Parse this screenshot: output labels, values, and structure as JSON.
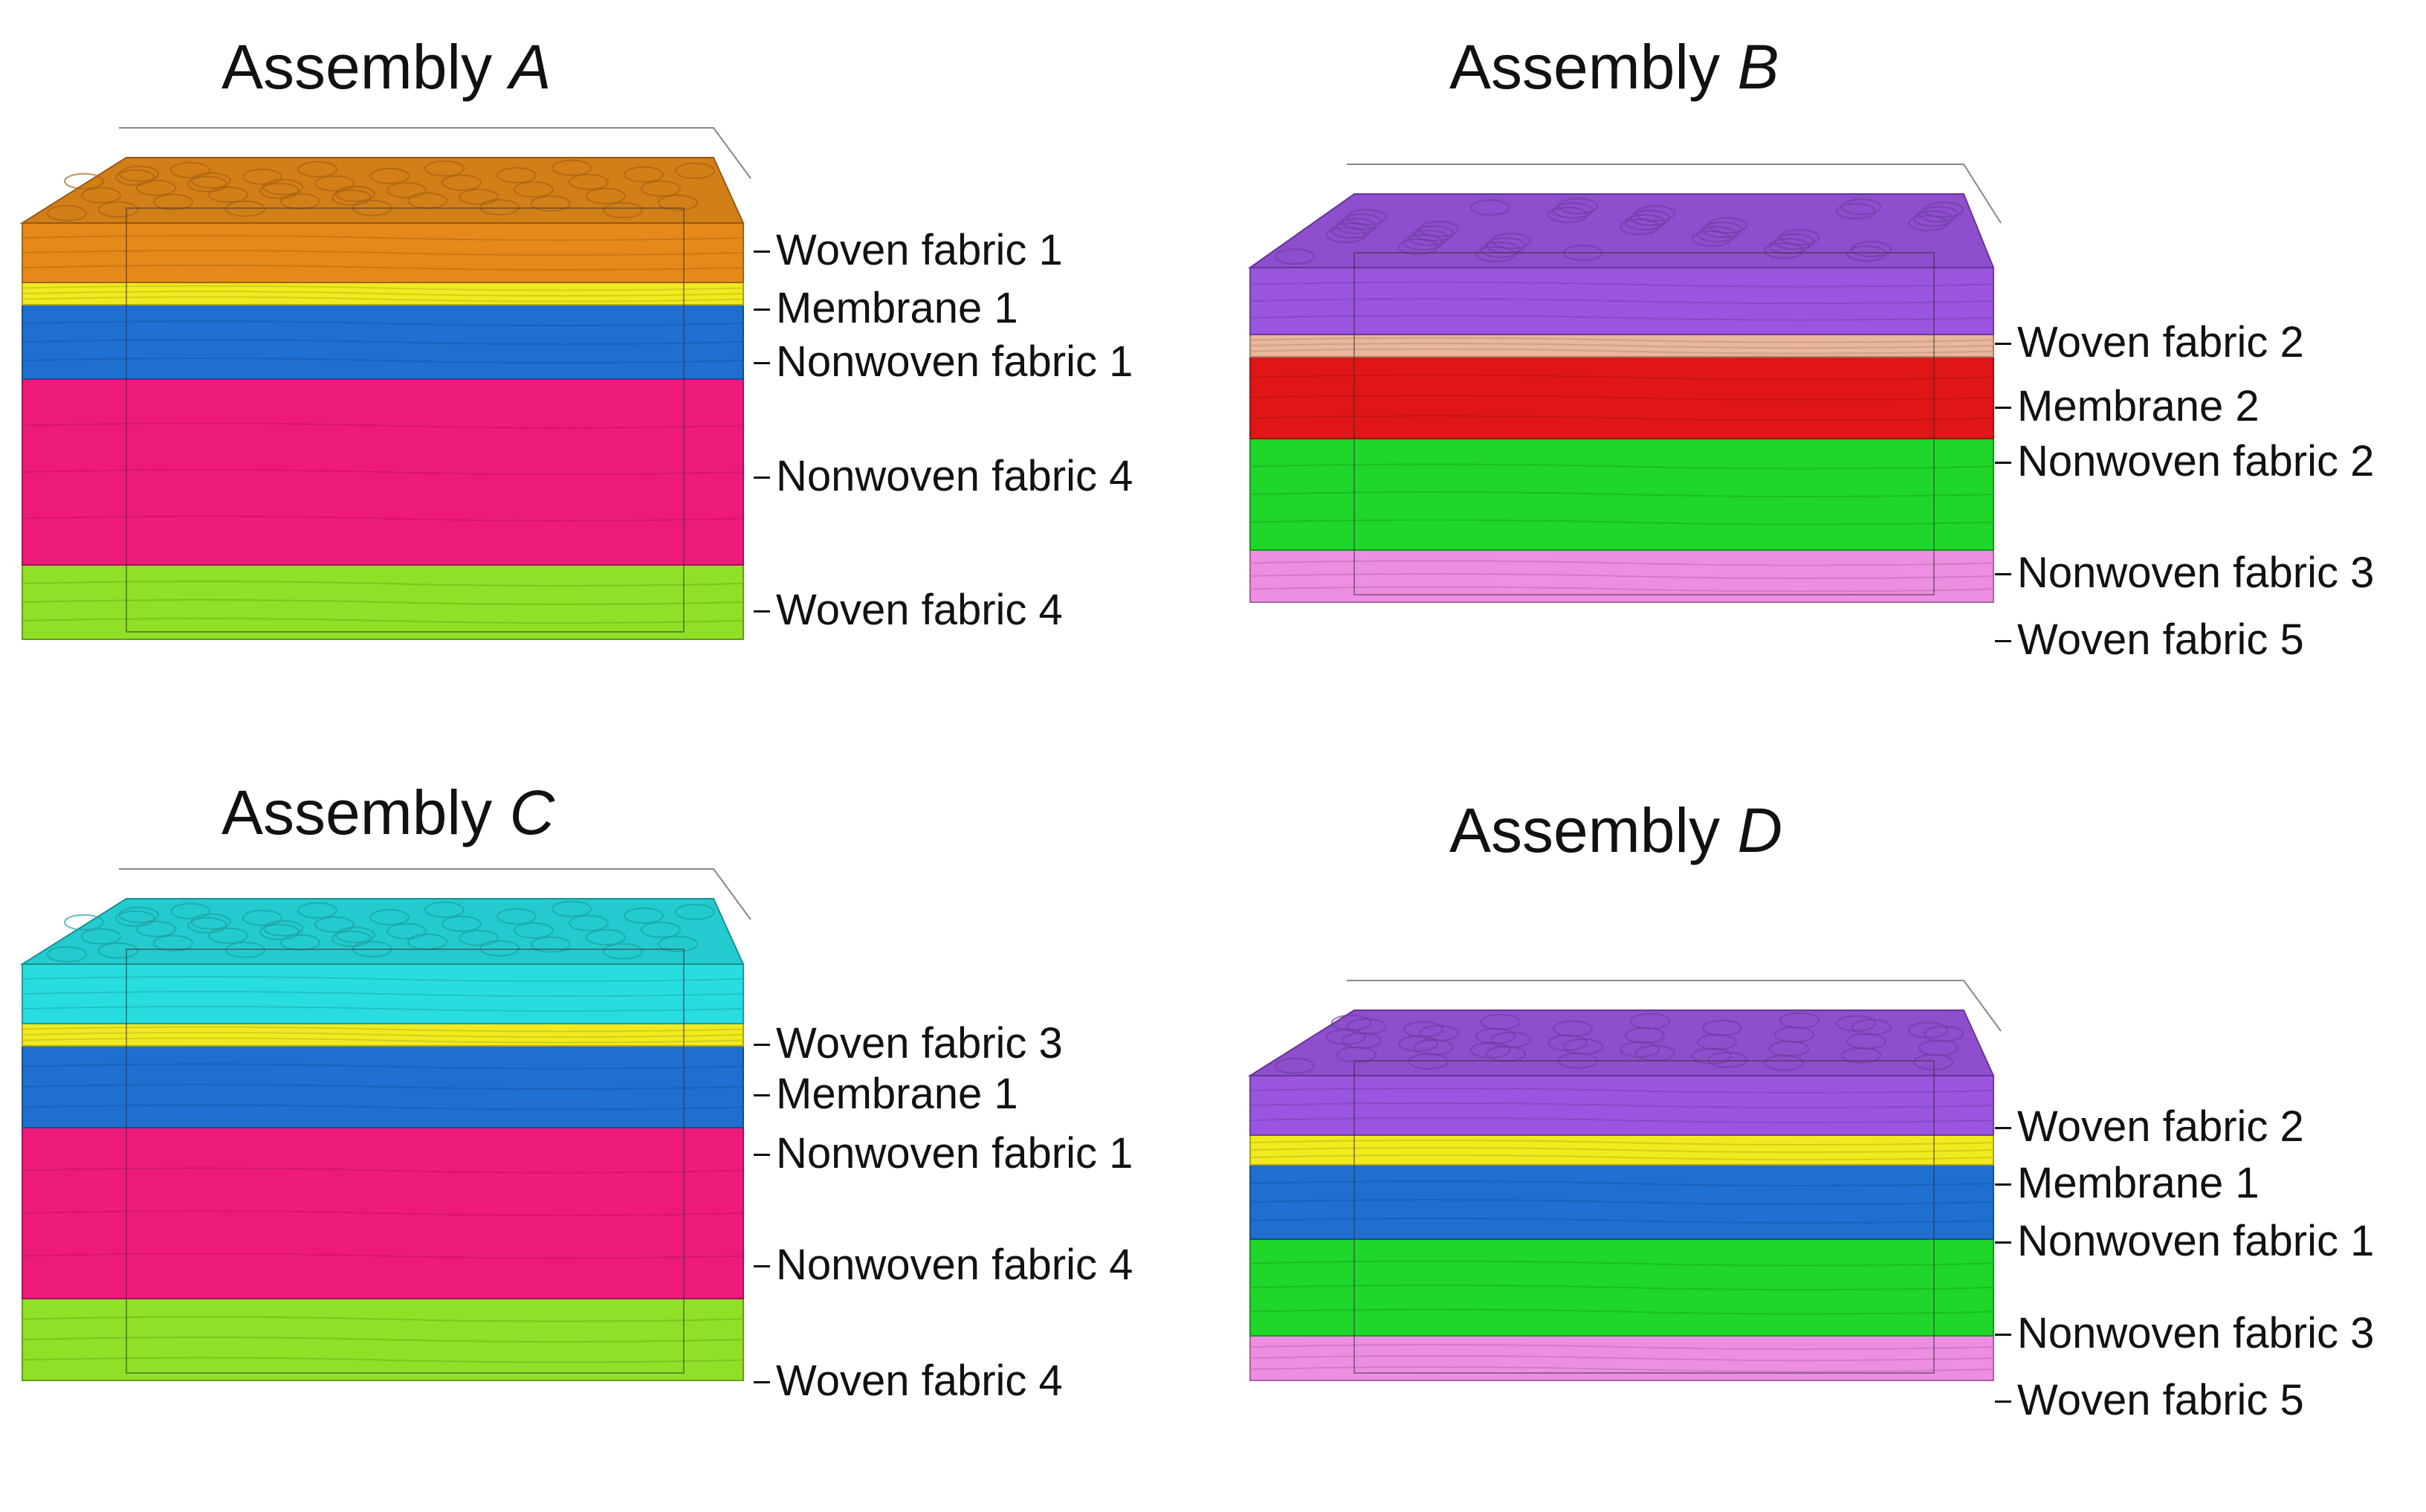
{
  "assemblies": [
    {
      "title_prefix": "Assembly ",
      "letter": "A",
      "layers": [
        {
          "label": "Woven fabric 1",
          "color": "#e58a1a"
        },
        {
          "label": "Membrane 1",
          "color": "#f2ea1f"
        },
        {
          "label": "Nonwoven fabric 1",
          "color": "#1f6fd1"
        },
        {
          "label": "Nonwoven fabric 4",
          "color": "#ee1a7a"
        },
        {
          "label": "Woven fabric 4",
          "color": "#8fe026"
        }
      ]
    },
    {
      "title_prefix": "Assembly ",
      "letter": "B",
      "layers": [
        {
          "label": "Woven fabric 2",
          "color": "#9b55e0"
        },
        {
          "label": "Membrane 2",
          "color": "#eab69c"
        },
        {
          "label": "Nonwoven fabric 2",
          "color": "#e01616"
        },
        {
          "label": "Nonwoven fabric 3",
          "color": "#1fd62a"
        },
        {
          "label": "Woven fabric 5",
          "color": "#ee8ee3"
        }
      ]
    },
    {
      "title_prefix": "Assembly ",
      "letter": "C",
      "layers": [
        {
          "label": "Woven fabric 3",
          "color": "#27dde0"
        },
        {
          "label": "Membrane 1",
          "color": "#f2ea1f"
        },
        {
          "label": "Nonwoven fabric 1",
          "color": "#1f6fd1"
        },
        {
          "label": "Nonwoven fabric 4",
          "color": "#ee1a7a"
        },
        {
          "label": "Woven fabric 4",
          "color": "#8fe026"
        }
      ]
    },
    {
      "title_prefix": "Assembly ",
      "letter": "D",
      "layers": [
        {
          "label": "Woven fabric 2",
          "color": "#9b55e0"
        },
        {
          "label": "Membrane 1",
          "color": "#f2ea1f"
        },
        {
          "label": "Nonwoven fabric 1",
          "color": "#1f6fd1"
        },
        {
          "label": "Nonwoven fabric 3",
          "color": "#1fd62a"
        },
        {
          "label": "Woven fabric 5",
          "color": "#ee8ee3"
        }
      ]
    }
  ]
}
